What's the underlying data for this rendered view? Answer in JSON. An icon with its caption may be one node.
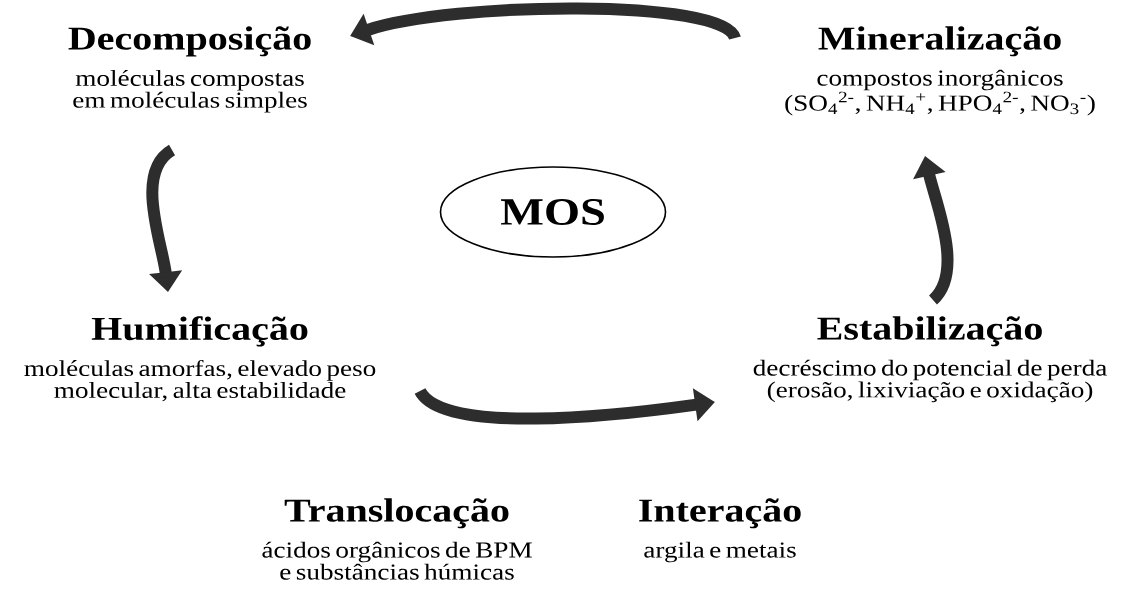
{
  "diagram": {
    "nodes": [
      {
        "text": [
          "Decomposição",
          "moléculas compostas em moléculas simples"
        ]
      },
      {
        "text": [
          "Mineralização",
          "compostos inorgânicos (SO$_{4}$$^{2-}$, NH$_{4}$$^{+}$, HPO$_{4}$$^{2-}$, NO$_{3}$$^{-}$)"
        ]
      },
      {
        "text": [
          "MOS"
        ]
      },
      {
        "text": [
          "Humificação",
          "moléculas amorfas, elevado peso molecular, alta estabilidade"
        ]
      },
      {
        "text": [
          "Estabilização",
          "decréscimo do potencial de perda (erosão, lixiviação e oxidação)"
        ]
      }
    ],
    "edges": [
      {
        "from": 1,
        "to": 0,
        "arrow": "to"
      },
      {
        "from": 0,
        "to": 3,
        "arrow": "to"
      },
      {
        "from": 3,
        "to": 4,
        "arrow": "to"
      },
      {
        "from": 4,
        "to": 1,
        "arrow": "to"
      }
    ],
    "labels": [
      "Translocação",
      "ácidos orgânicos de BPM e substâncias húmicas",
      "Interação",
      "argila e metais"
    ]
  }
}
